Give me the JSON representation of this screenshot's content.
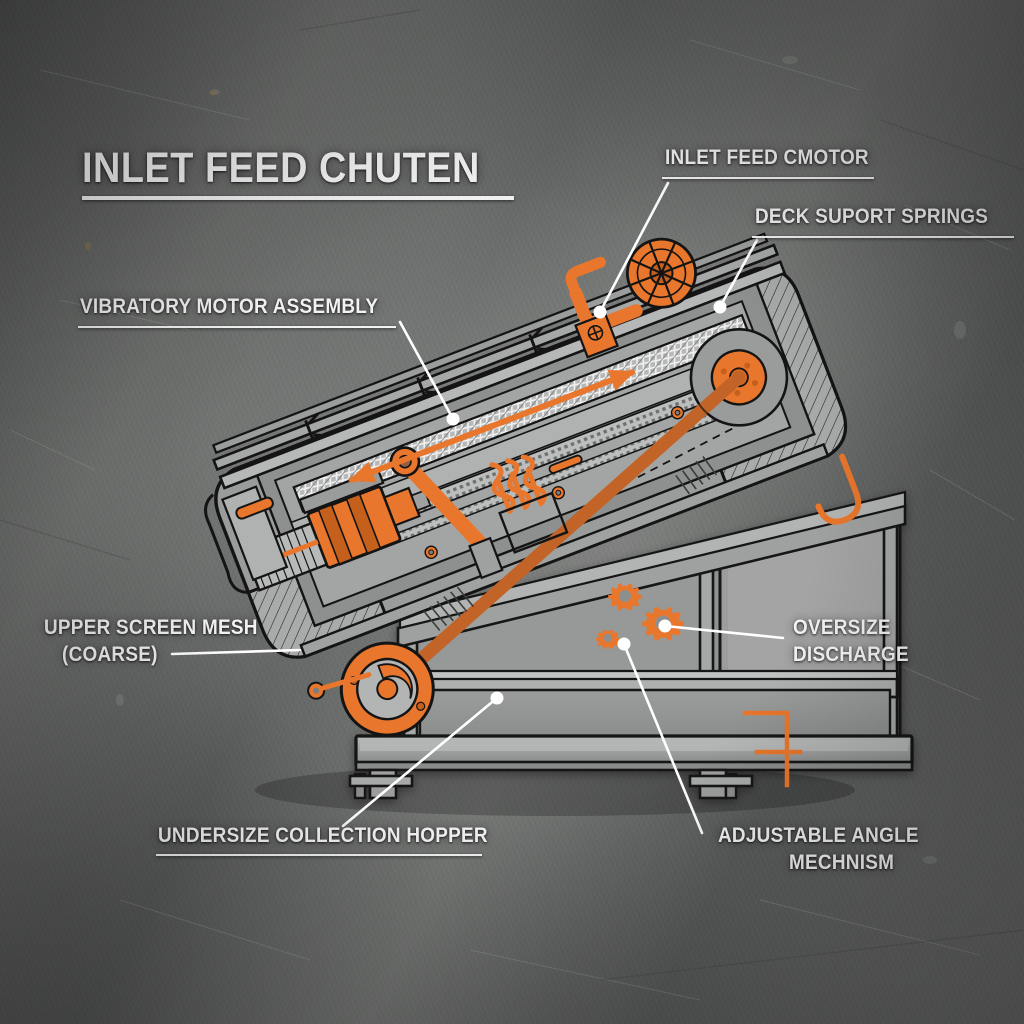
{
  "diagram": {
    "title": "INLET FEED CHUTEN",
    "subject": "industrial vibrating screen / screening deck cutaway",
    "accent_color": "#E8762C",
    "body_color": "#9A9C9B",
    "outline_color": "#141414",
    "label_color": "#F2F2F2",
    "background_color": "#6B6D6C"
  },
  "callouts": [
    {
      "id": "inlet-feed-cmotor",
      "text": "INLET FEED CMOTOR",
      "align": "left",
      "underline": true
    },
    {
      "id": "deck-suport-springs",
      "text": "DECK SUPORT SPRINGS",
      "align": "left",
      "underline": true
    },
    {
      "id": "vibratory-motor-assembly",
      "text": "VIBRATORY MOTOR ASSEMBLY",
      "align": "left",
      "underline": true
    },
    {
      "id": "upper-screen-mesh",
      "line1": "UPPER SCREEN MESH",
      "line2": "(COARSE)",
      "align": "left",
      "underline": false
    },
    {
      "id": "oversize-discharge",
      "line1": "OVERSIZE",
      "line2": "DISCHARGE",
      "align": "left",
      "underline": false
    },
    {
      "id": "undersize-collection-hopper",
      "text": "UNDERSIZE COLLECTION HOPPER",
      "align": "left",
      "underline": true
    },
    {
      "id": "adjustable-angle-mechnism",
      "line1": "ADJUSTABLE ANGLE",
      "line2": "MECHNISM",
      "align": "right",
      "underline": false
    }
  ],
  "annotations": {
    "flow_arrow": "double-headed vibration direction arrow",
    "gear_cluster_count": 3,
    "corner_marker": "orange angle dimension marker"
  }
}
